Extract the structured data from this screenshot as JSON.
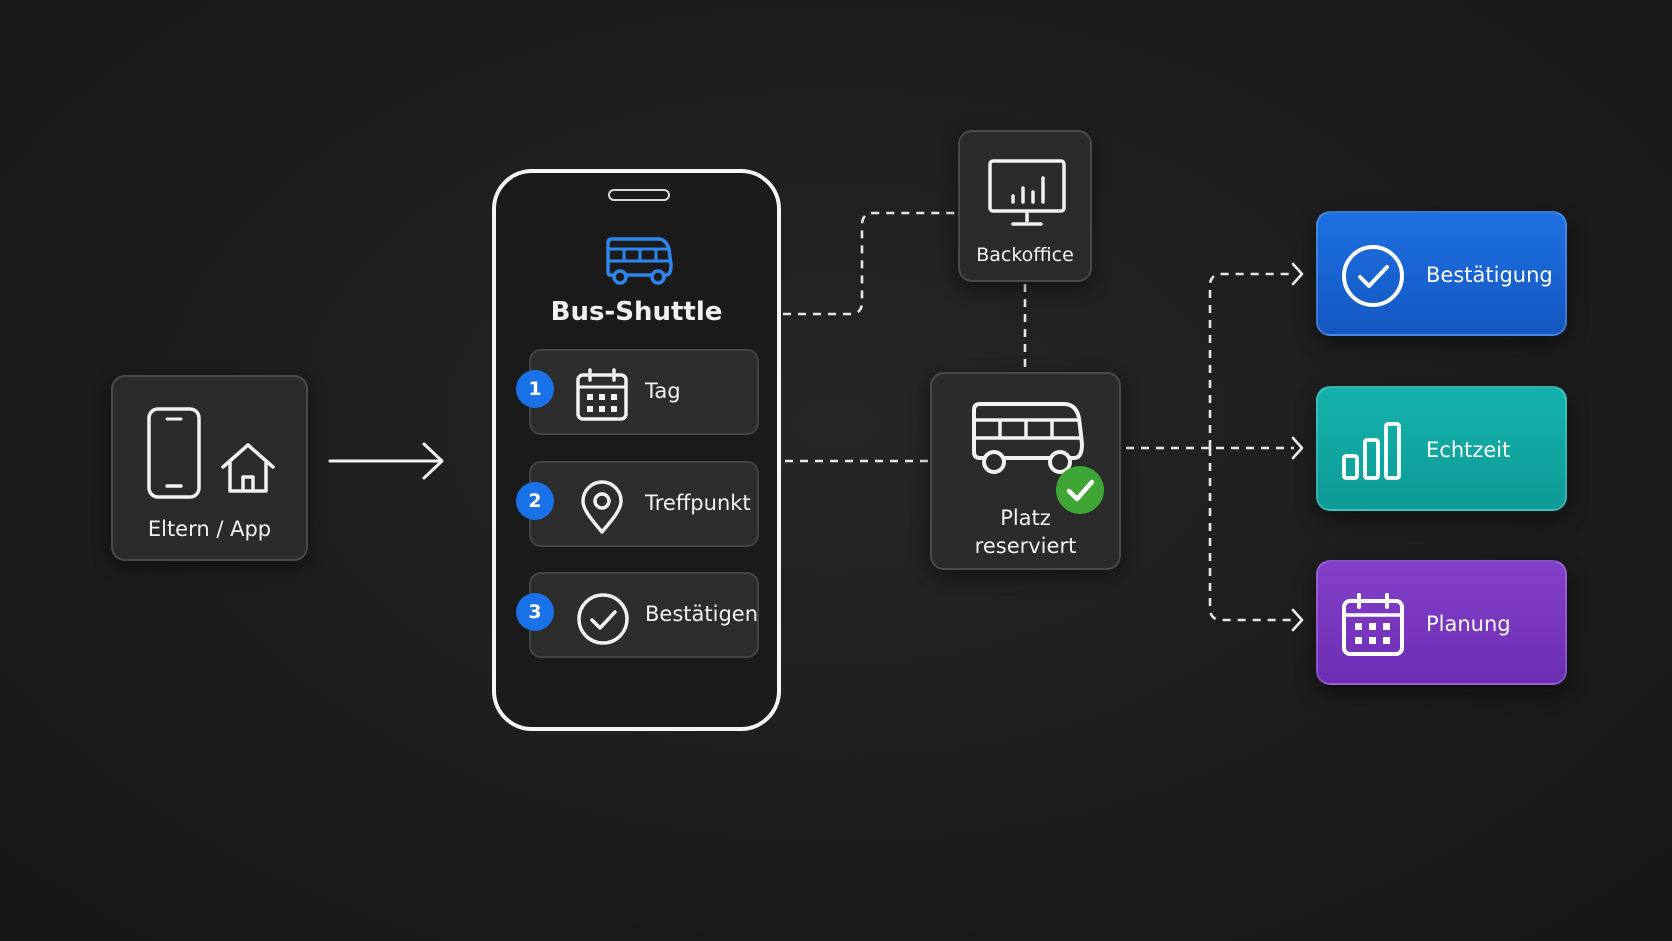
{
  "colors": {
    "background": "#1d1d1d",
    "card": "#2b2b2b",
    "accent_blue": "#1a72e8",
    "check_green": "#3fa535",
    "bestaetigung_card": "#1d70e0",
    "echtzeit_card": "#14b3ad",
    "planung_card": "#8440c8"
  },
  "source": {
    "label": "Eltern / App",
    "icons": [
      "smartphone-icon",
      "house-icon"
    ]
  },
  "phone": {
    "app_icon": "bus-icon",
    "app_title": "Bus-Shuttle",
    "steps": [
      {
        "number": "1",
        "label": "Tag",
        "icon": "calendar-icon"
      },
      {
        "number": "2",
        "label": "Treffpunkt",
        "icon": "map-pin-icon"
      },
      {
        "number": "3",
        "label": "Bestätigen",
        "icon": "check-circle-icon"
      }
    ]
  },
  "backoffice": {
    "label": "Backoffice",
    "icon": "monitor-chart-icon"
  },
  "reservation": {
    "label_line1": "Platz",
    "label_line2": "reserviert",
    "icon": "bus-icon",
    "badge_icon": "check-icon"
  },
  "outcomes": [
    {
      "label": "Bestätigung",
      "icon": "check-circle-icon"
    },
    {
      "label": "Echtzeit",
      "icon": "bar-chart-icon"
    },
    {
      "label": "Planung",
      "icon": "calendar-icon"
    }
  ]
}
